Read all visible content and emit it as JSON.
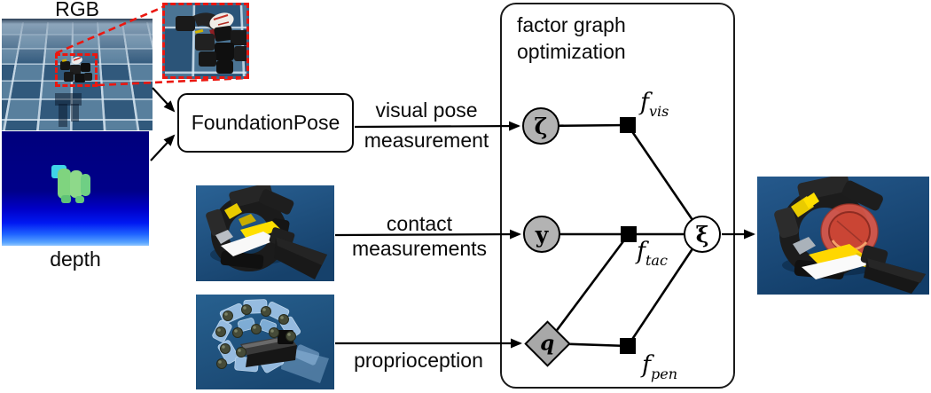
{
  "captions": {
    "rgb": "RGB",
    "depth": "depth"
  },
  "foundation_pose": {
    "label": "FoundationPose"
  },
  "arrow_labels": {
    "visual_pose_line1": "visual pose",
    "visual_pose_line2": "measurement",
    "contact_line1": "contact",
    "contact_line2": "measurements",
    "proprioception": "proprioception"
  },
  "factor_graph": {
    "title_line1": "factor graph",
    "title_line2": "optimization",
    "nodes": {
      "zeta": {
        "symbol": "ζ",
        "shape": "circle",
        "fill": "#b3b3b3"
      },
      "y": {
        "symbol": "y",
        "shape": "circle",
        "fill": "#b3b3b3"
      },
      "q": {
        "symbol": "q",
        "shape": "diamond",
        "fill": "#a8a8a8"
      },
      "xi": {
        "symbol": "ξ",
        "shape": "circle",
        "fill": "#ffffff"
      }
    },
    "factors": {
      "vis": {
        "base": "f",
        "sub": "vis"
      },
      "tac": {
        "base": "f",
        "sub": "tac"
      },
      "pen": {
        "base": "f",
        "sub": "pen"
      }
    }
  },
  "images": {
    "rgb_scene": "checkerboard-floor-with-robot-hand",
    "zoom_inset": "robot-hand-closeup",
    "depth_map": "depth-map-with-hand-silhouette",
    "contact_render": "gripper-with-tactile-contacts",
    "proprioception_render": "translucent-hand-with-joint-spheres",
    "output_render": "gripper-holding-estimated-object"
  },
  "colors": {
    "highlight_red": "#eb1710",
    "node_gray": "#b3b3b3",
    "edge_black": "#000000",
    "tile_light": "#587f9d",
    "tile_dark": "#31597c",
    "contact_yellow": "#ffdf00",
    "object_red": "#d9534f",
    "scene_background": "#235a8c"
  }
}
